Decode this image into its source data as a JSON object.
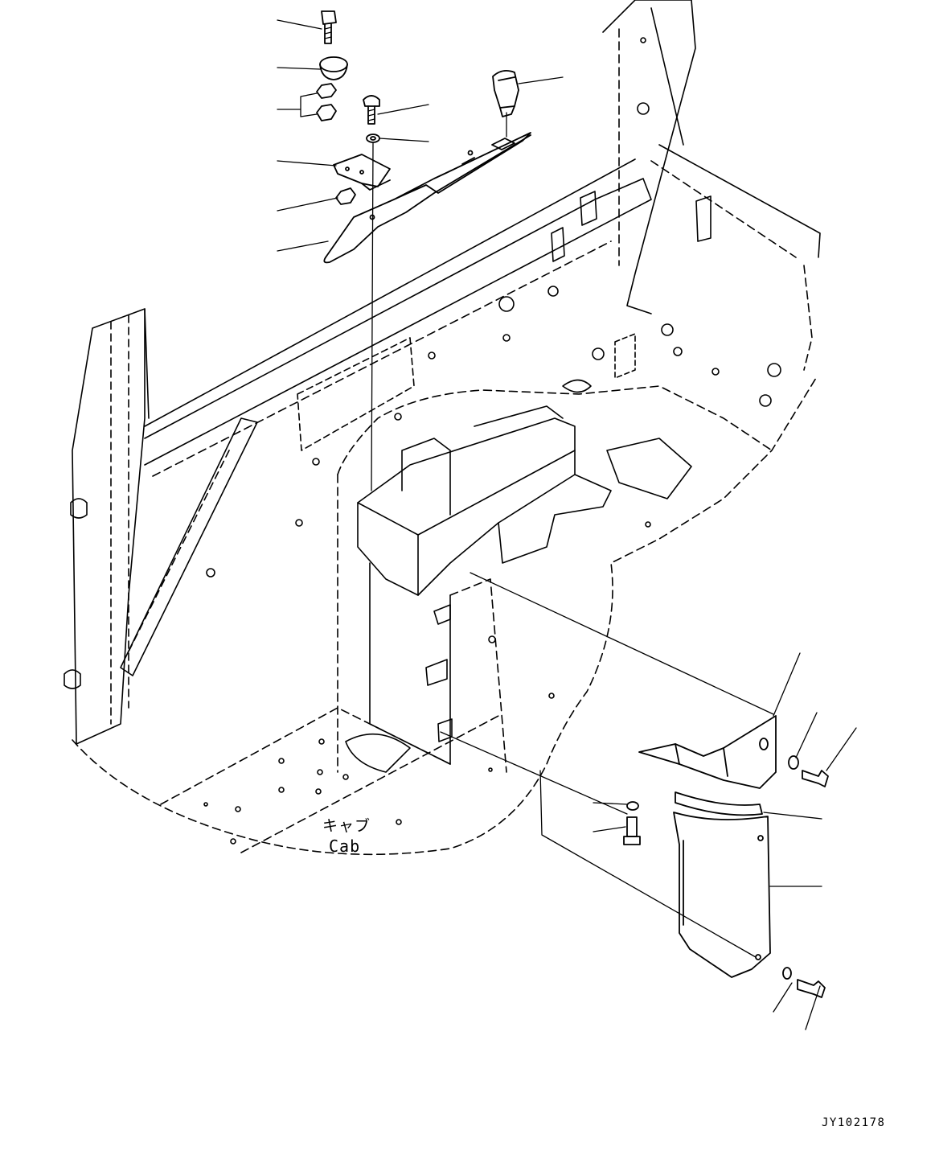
{
  "diagram": {
    "label_cab_japanese": "キャブ",
    "label_cab_english": "Cab",
    "figure_id": "JY102178"
  }
}
